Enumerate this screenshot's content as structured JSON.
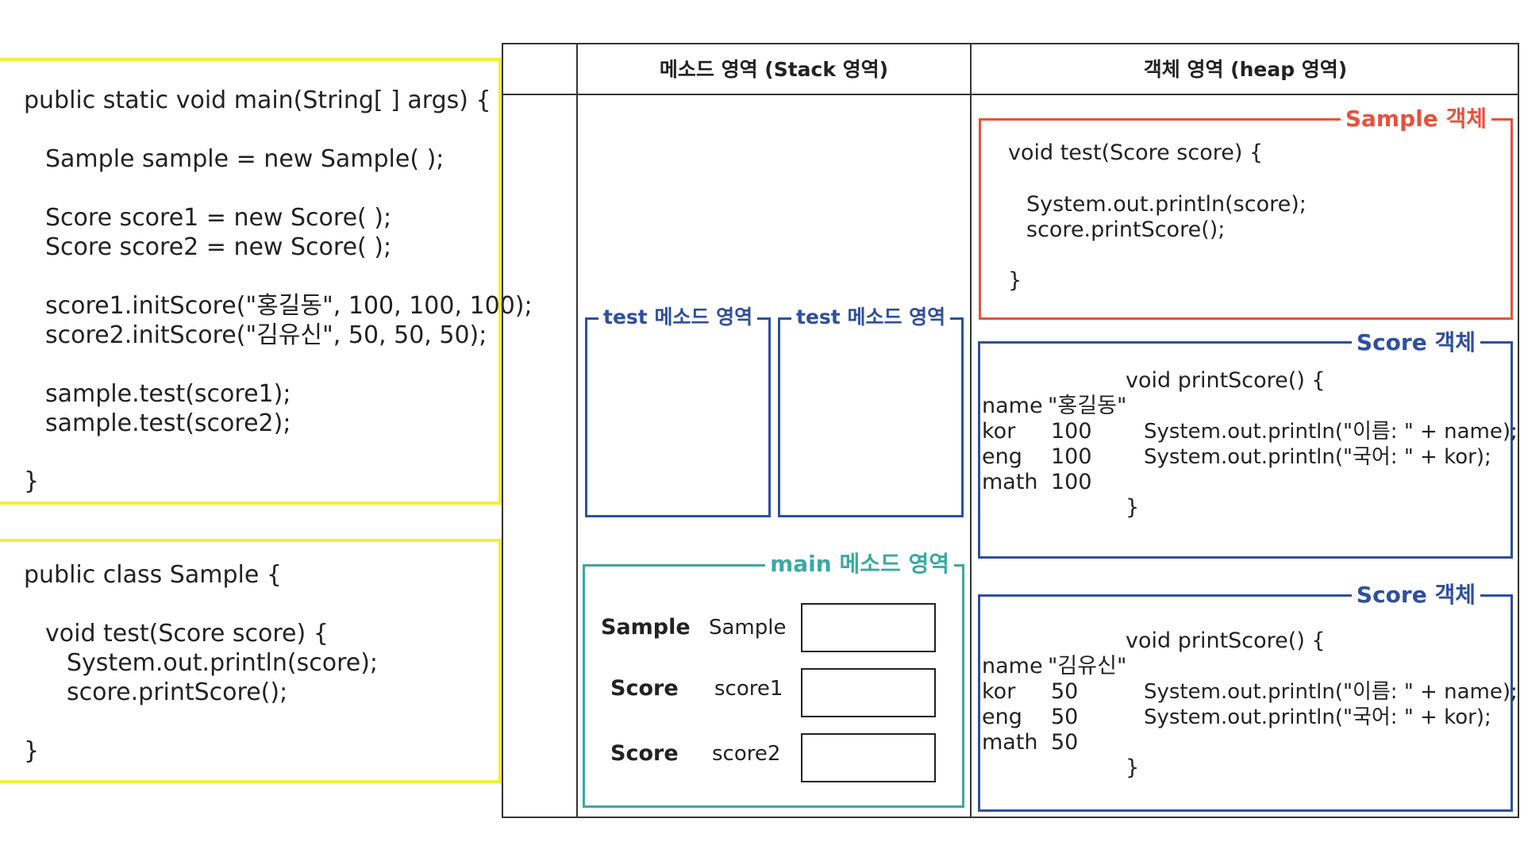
{
  "colors": {
    "yellow_border": "#f2ee3a",
    "sample_red": "#e6523c",
    "score_blue": "#2f4f9e",
    "main_teal": "#3aa9a3",
    "grid_line": "#333333"
  },
  "main_code": {
    "lines": [
      "public static void main(String[ ] args) {",
      "Sample sample = new Sample( );",
      "Score score1 = new Score( );",
      "Score score2 = new Score( );",
      "score1.initScore(\"홍길동\", 100, 100, 100);",
      "score2.initScore(\"김유신\", 50, 50, 50);",
      "sample.test(score1);",
      "sample.test(score2);",
      "}"
    ]
  },
  "class_code": {
    "lines": [
      "public class Sample {",
      "void test(Score score) {",
      "System.out.println(score);",
      "score.printScore();",
      "}"
    ]
  },
  "table": {
    "stack_header": "메소드 영역 (Stack  영역)",
    "heap_header": "객체 영역 (heap  영역)"
  },
  "stack": {
    "test_frame_1_title": "test 메소드 영역",
    "test_frame_2_title": "test 메소드 영역",
    "main_frame_title": "main 메소드 영역",
    "vars": [
      {
        "type": "Sample",
        "name": "Sample"
      },
      {
        "type": "Score",
        "name": "score1"
      },
      {
        "type": "Score",
        "name": "score2"
      }
    ]
  },
  "heap": {
    "sample_object": {
      "title": "Sample 객체",
      "lines": [
        "void test(Score score) {",
        "System.out.println(score);",
        "score.printScore();",
        "}"
      ]
    },
    "score_objects": [
      {
        "title": "Score 객체",
        "method_open": "void printScore() {",
        "fields": [
          {
            "label": "name",
            "value": "\"홍길동\""
          },
          {
            "label": "kor",
            "value": "100"
          },
          {
            "label": "eng",
            "value": "100"
          },
          {
            "label": "math",
            "value": "100"
          }
        ],
        "method_lines": [
          "System.out.println(\"이름: \" + name);",
          "System.out.println(\"국어: \" + kor);"
        ],
        "method_close": "}"
      },
      {
        "title": "Score 객체",
        "method_open": "void printScore() {",
        "fields": [
          {
            "label": "name",
            "value": "\"김유신\""
          },
          {
            "label": "kor",
            "value": "50"
          },
          {
            "label": "eng",
            "value": "50"
          },
          {
            "label": "math",
            "value": "50"
          }
        ],
        "method_lines": [
          "System.out.println(\"이름: \" + name);",
          "System.out.println(\"국어: \" + kor);"
        ],
        "method_close": "}"
      }
    ]
  }
}
